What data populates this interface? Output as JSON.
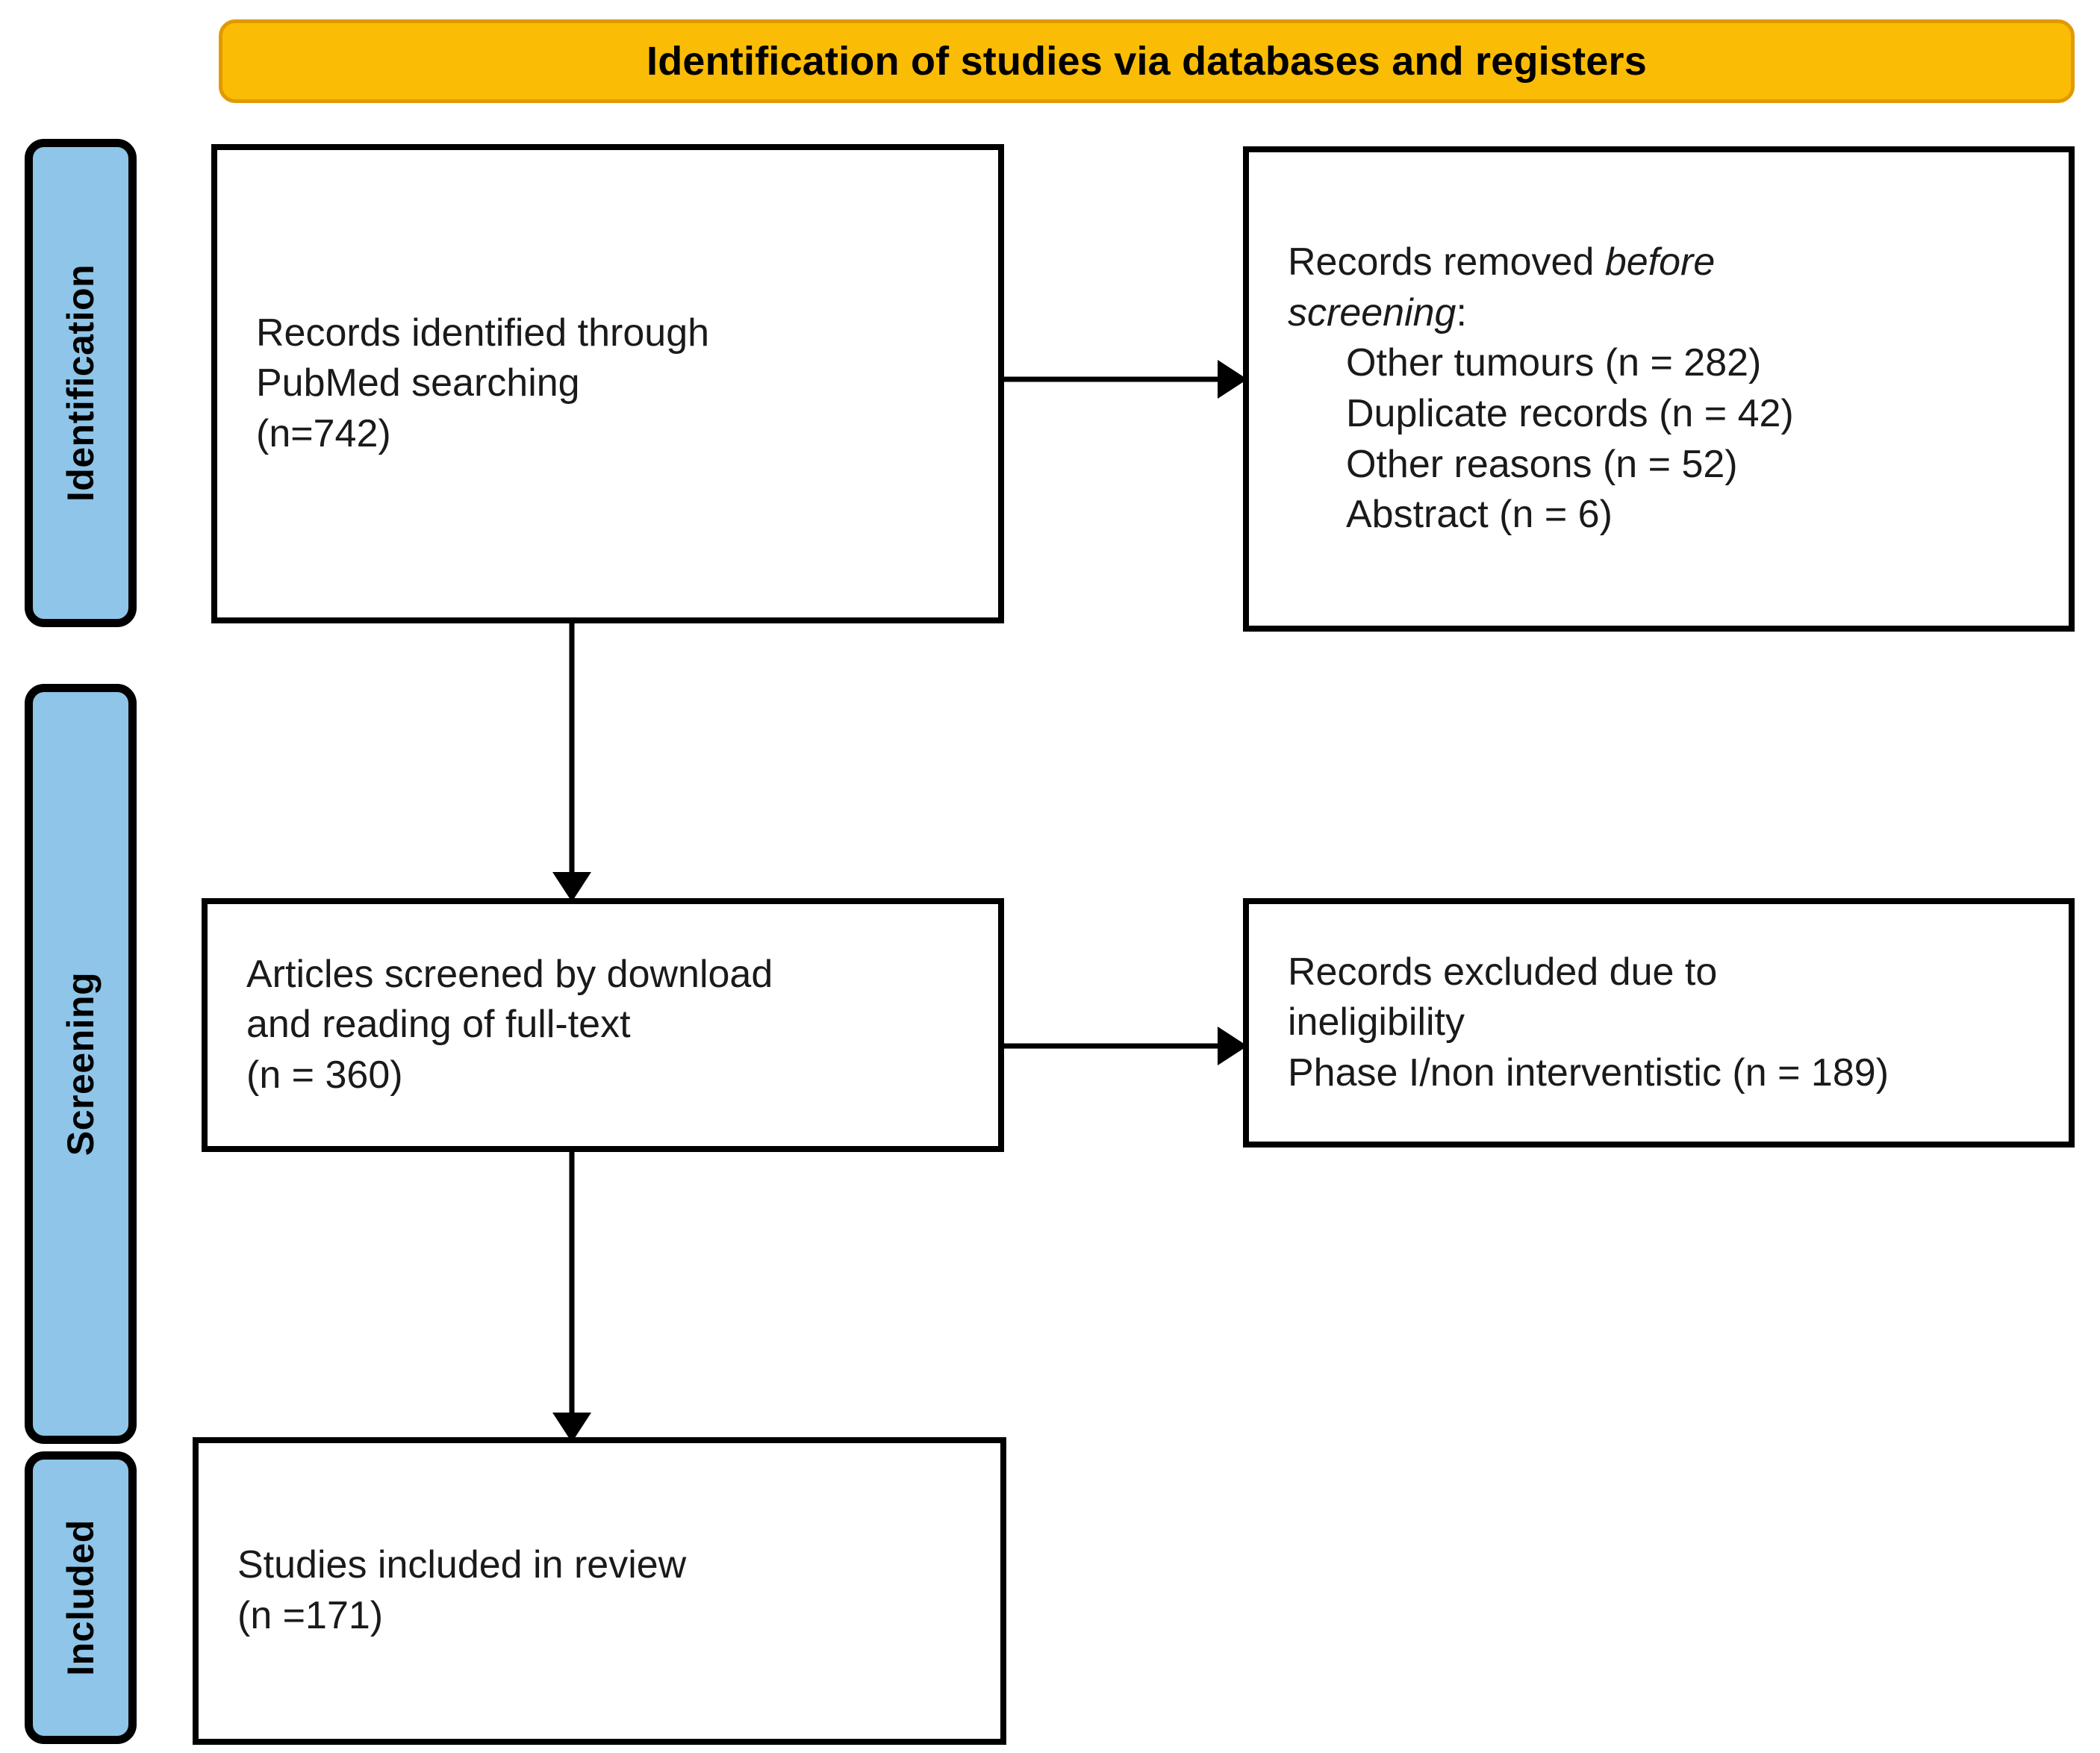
{
  "banner": {
    "title": "Identification of studies via databases and registers"
  },
  "stages": [
    {
      "id": "identification",
      "label": "Identification"
    },
    {
      "id": "screening",
      "label": "Screening"
    },
    {
      "id": "included",
      "label": "Included"
    }
  ],
  "boxes": {
    "identified": {
      "text": "Records identified through\nPubMed searching\n(n=742)"
    },
    "removed": {
      "heading_plain": "Records removed ",
      "heading_italic_1": "before",
      "heading_italic_2": "screening",
      "heading_colon": ":",
      "items": [
        "Other tumours (n = 282)",
        "Duplicate records (n = 42)",
        "Other reasons (n = 52)",
        "Abstract (n = 6)"
      ]
    },
    "screened": {
      "text": "Articles screened by download\nand reading of full-text\n(n = 360)"
    },
    "excluded": {
      "text": "Records excluded due to\nineligibility\nPhase I/non interventistic (n = 189)"
    },
    "included": {
      "text": "Studies included in review\n(n =171)"
    }
  },
  "arrows": [
    {
      "id": "identified-to-removed",
      "direction": "right"
    },
    {
      "id": "identified-to-screened",
      "direction": "down"
    },
    {
      "id": "screened-to-excluded",
      "direction": "right"
    },
    {
      "id": "screened-to-included",
      "direction": "down"
    }
  ],
  "colors": {
    "banner_fill": "#FBBC05",
    "banner_border": "#E09A00",
    "stage_tab_fill": "#8EC5E8",
    "box_border": "#000000",
    "text": "#1a1a1a"
  }
}
